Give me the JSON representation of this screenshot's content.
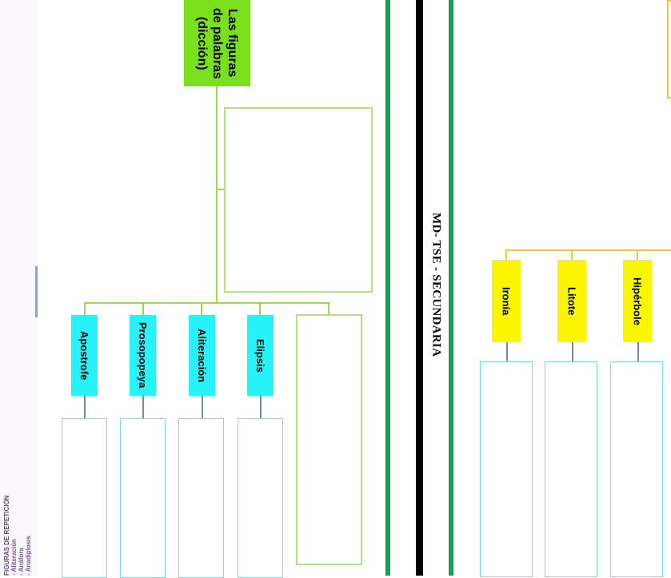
{
  "side_note": {
    "heading": "FIGURAS DE REPETICIÓN",
    "items": [
      "- Aliteración",
      "- Anáfora",
      "- Anadiplosis"
    ]
  },
  "center_title": "MD- TSE - SECUNDARIA",
  "left_map": {
    "root": "Las figuras de palabras (dicción)",
    "branches": [
      "Apostrofe",
      "Prosopopeya",
      "Aliteración",
      "Elipsis"
    ]
  },
  "right_map": {
    "branches": [
      "Ironía",
      "Litote",
      "Hipérbole"
    ]
  },
  "colors": {
    "root": "#7be01c",
    "branch_left": "#27f2f7",
    "branch_right": "#faf600",
    "divider_green": "#1f9b57",
    "divider_black": "#000000",
    "connector_right": "#f5c542"
  }
}
